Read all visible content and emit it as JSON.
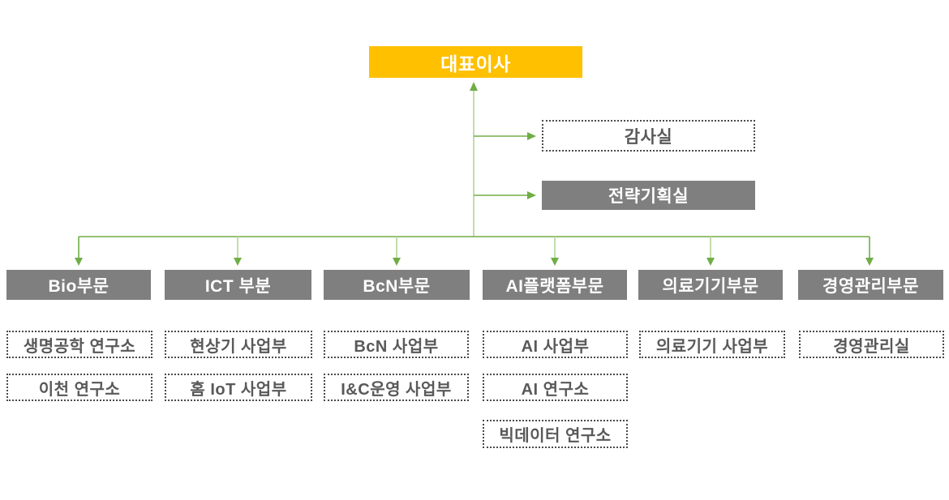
{
  "colors": {
    "ceo_bg": "#FFC000",
    "solid_bg": "#7F7F7F",
    "box_text": "#FFFFFF",
    "dotted_border": "#4a4a4a",
    "dotted_text": "#595959",
    "line_green": "#70AD47",
    "line_light_green": "#BCD9A4"
  },
  "org": {
    "ceo": "대표이사",
    "staff": [
      {
        "label": "감사실",
        "style": "dotted"
      },
      {
        "label": "전략기획실",
        "style": "solid"
      }
    ],
    "divisions": [
      {
        "label": "Bio부문",
        "children": [
          "생명공학 연구소",
          "이천 연구소"
        ]
      },
      {
        "label": "ICT 부분",
        "children": [
          "현상기 사업부",
          "홈 IoT 사업부"
        ]
      },
      {
        "label": "BcN부문",
        "children": [
          "BcN 사업부",
          "I&C운영 사업부"
        ]
      },
      {
        "label": "AI플랫폼부문",
        "children": [
          "AI 사업부",
          "AI 연구소",
          "빅데이터 연구소"
        ]
      },
      {
        "label": "의료기기부문",
        "children": [
          "의료기기 사업부"
        ]
      },
      {
        "label": "경영관리부문",
        "children": [
          "경영관리실"
        ]
      }
    ]
  }
}
